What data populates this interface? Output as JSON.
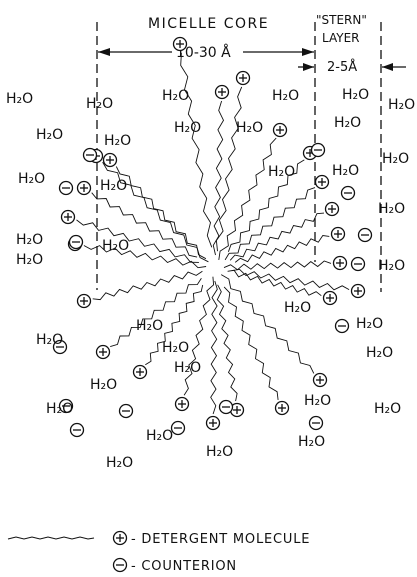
{
  "labels": {
    "micelle_core": "MICELLE CORE",
    "stern_line1": "\"STERN\"",
    "stern_line2": "LAYER",
    "core_size": "10-30 Å",
    "stern_size": "2-5Å"
  },
  "water": "H₂O",
  "legend": {
    "detergent": "- DETERGENT MOLECULE",
    "counterion": "- COUNTERION"
  }
}
